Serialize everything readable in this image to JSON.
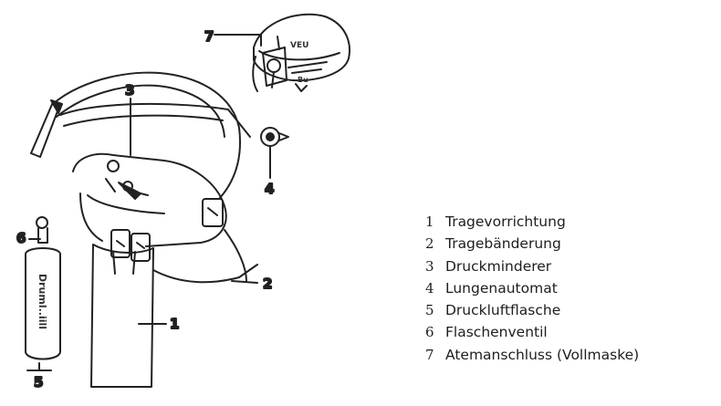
{
  "diagram": {
    "callouts": [
      "1",
      "2",
      "3",
      "4",
      "5",
      "6",
      "7"
    ],
    "cylinder_text": "Druml..iill"
  },
  "legend": {
    "items": [
      {
        "number": "1",
        "label": "Tragevorrichtung"
      },
      {
        "number": "2",
        "label": "Tragebänderung"
      },
      {
        "number": "3",
        "label": "Druckminderer"
      },
      {
        "number": "4",
        "label": "Lungenautomat"
      },
      {
        "number": "5",
        "label": "Druckluftflasche"
      },
      {
        "number": "6",
        "label": "Flaschenventil"
      },
      {
        "number": "7",
        "label": "Atemanschluss (Vollmaske)"
      }
    ]
  }
}
